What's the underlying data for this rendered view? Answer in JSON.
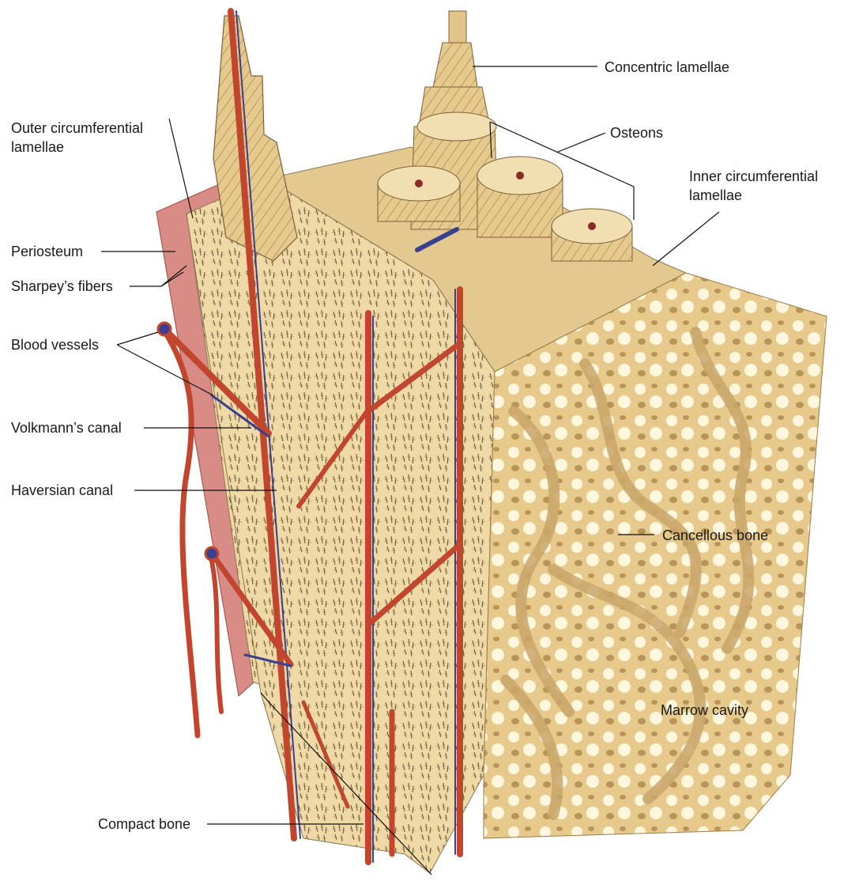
{
  "labels": {
    "concentric_lamellae": "Concentric lamellae",
    "osteons": "Osteons",
    "outer_circumferential_lamellae_line1": "Outer circumferential",
    "outer_circumferential_lamellae_line2": "lamellae",
    "inner_circumferential_lamellae_line1": "Inner circumferential",
    "inner_circumferential_lamellae_line2": "lamellae",
    "periosteum": "Periosteum",
    "sharpeys_fibers": "Sharpey’s fibers",
    "blood_vessels": "Blood vessels",
    "volkmanns_canal": "Volkmann’s canal",
    "haversian_canal": "Haversian canal",
    "cancellous_bone": "Cancellous bone",
    "marrow_cavity": "Marrow cavity",
    "compact_bone": "Compact bone"
  },
  "colors": {
    "bone": "#ecd29a",
    "bone_dark": "#c9a66b",
    "bone_light": "#f6e6bf",
    "artery": "#c2452d",
    "vein": "#3a3f8f",
    "periosteum": "#d98c86",
    "leader": "#111111"
  }
}
